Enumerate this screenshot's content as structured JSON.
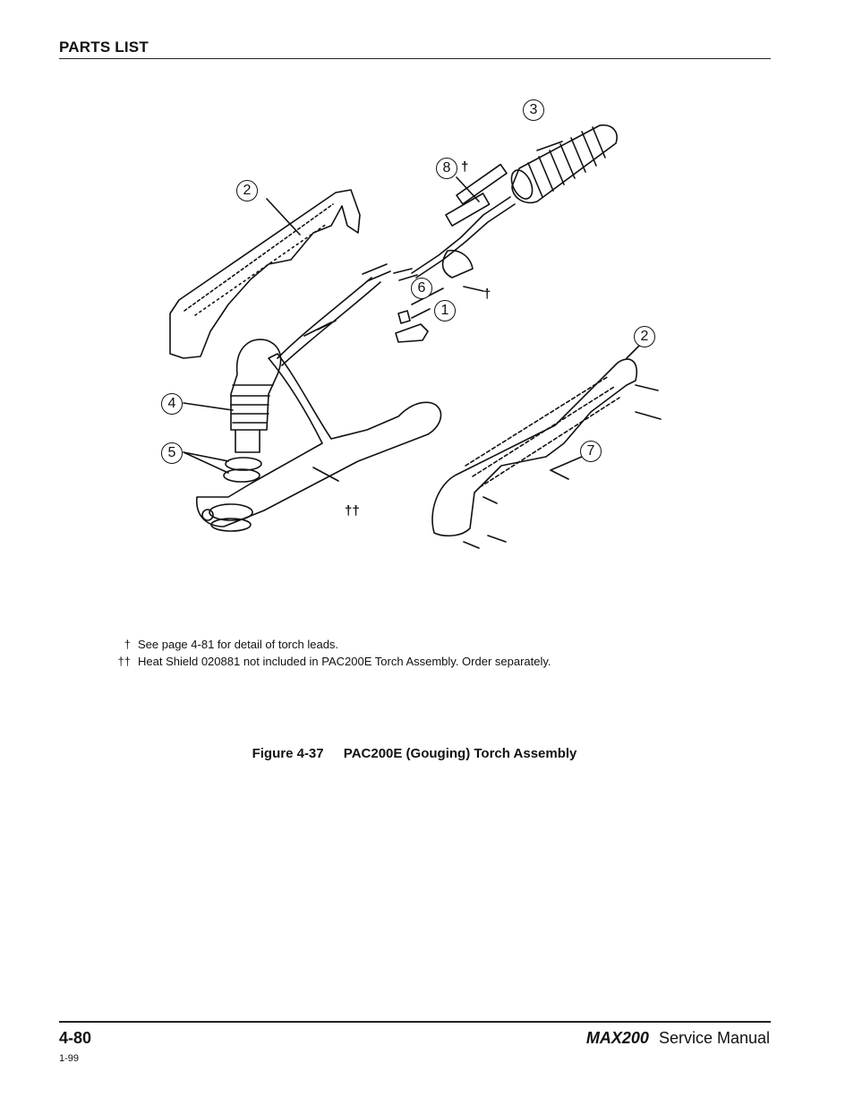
{
  "header": {
    "section_title": "PARTS LIST"
  },
  "figure": {
    "callouts": [
      {
        "id": "c3",
        "label": "3"
      },
      {
        "id": "c8",
        "label": "8"
      },
      {
        "id": "c2a",
        "label": "2"
      },
      {
        "id": "c6",
        "label": "6"
      },
      {
        "id": "c1",
        "label": "1"
      },
      {
        "id": "c2b",
        "label": "2"
      },
      {
        "id": "c4",
        "label": "4"
      },
      {
        "id": "c5",
        "label": "5"
      },
      {
        "id": "c7",
        "label": "7"
      }
    ],
    "dagger_single": "†",
    "dagger_double": "††"
  },
  "notes": [
    {
      "mark": "†",
      "text": "See page 4-81 for detail of torch leads."
    },
    {
      "mark": "††",
      "text": "Heat Shield 020881 not included in PAC200E Torch Assembly. Order separately."
    }
  ],
  "caption": {
    "number": "Figure 4-37",
    "title": "PAC200E (Gouging) Torch Assembly"
  },
  "footer": {
    "page_number": "4-80",
    "date_code": "1-99",
    "product": "MAX200",
    "manual_label": "Service Manual"
  }
}
